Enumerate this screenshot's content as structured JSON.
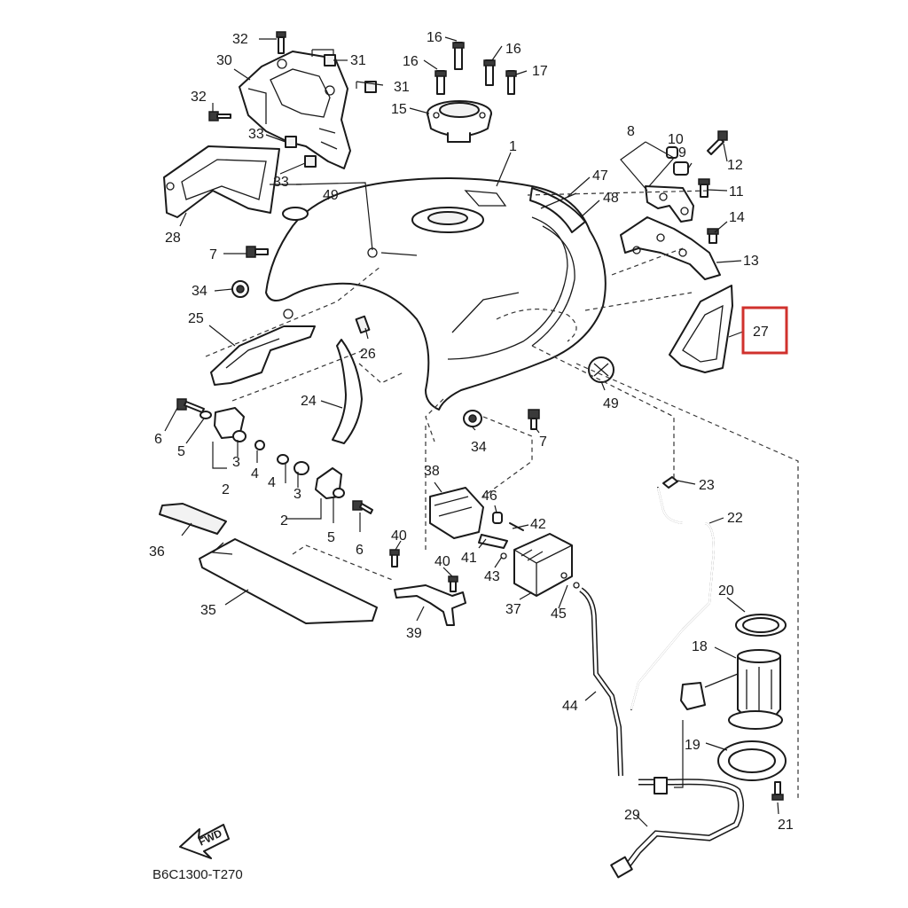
{
  "diagram": {
    "drawing_code": "B6C1300-T270",
    "direction_label": "FWD",
    "highlighted_callout": "27",
    "highlight_color": "#d0312d",
    "line_color": "#1a1a1a",
    "callouts": {
      "c32a": "32",
      "c31a": "31",
      "c30": "30",
      "c31b": "31",
      "c32b": "32",
      "c16a": "16",
      "c16b": "16",
      "c16c": "16",
      "c17": "17",
      "c15": "15",
      "c1": "1",
      "c8": "8",
      "c10": "10",
      "c9": "9",
      "c12": "12",
      "c33a": "33",
      "c33b": "33",
      "c49a": "49",
      "c47": "47",
      "c48": "48",
      "c11": "11",
      "c14": "14",
      "c13": "13",
      "c28": "28",
      "c7a": "7",
      "c34a": "34",
      "c25": "25",
      "c26": "26",
      "c27": "27",
      "c49b": "49",
      "c24": "24",
      "c6a": "6",
      "c5a": "5",
      "c3a": "3",
      "c4a": "4",
      "c2a": "2",
      "c4b": "4",
      "c3b": "3",
      "c2b": "2",
      "c5b": "5",
      "c6b": "6",
      "c34b": "34",
      "c7b": "7",
      "c38": "38",
      "c46": "46",
      "c42": "42",
      "c23": "23",
      "c22": "22",
      "c36": "36",
      "c40a": "40",
      "c41": "41",
      "c43": "43",
      "c40b": "40",
      "c35": "35",
      "c39": "39",
      "c37": "37",
      "c45": "45",
      "c20": "20",
      "c18": "18",
      "c44": "44",
      "c19": "19",
      "c21": "21",
      "c29": "29"
    }
  }
}
